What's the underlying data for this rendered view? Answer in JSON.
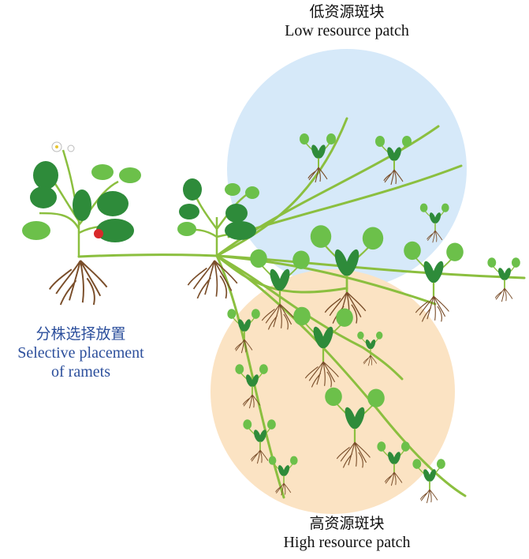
{
  "labels": {
    "low_patch_zh": "低资源斑块",
    "low_patch_en": "Low resource patch",
    "high_patch_zh": "高资源斑块",
    "high_patch_en": "High resource patch",
    "ramets_zh": "分株选择放置",
    "ramets_en_line1": "Selective placement",
    "ramets_en_line2": "of ramets"
  },
  "colors": {
    "low_patch": "#d6e9f9",
    "high_patch": "#fbe3c3",
    "stolon": "#8bbf3f",
    "leaf_dark": "#2e8b3a",
    "leaf_light": "#6cc04a",
    "root": "#7a4e2a",
    "ramets_text": "#2c4f9c",
    "strawberry": "#d8282a"
  },
  "icons": {
    "mother_plant": "strawberry-plant-icon",
    "ramet": "ramet-seedling-icon",
    "root": "root-cluster-icon"
  }
}
